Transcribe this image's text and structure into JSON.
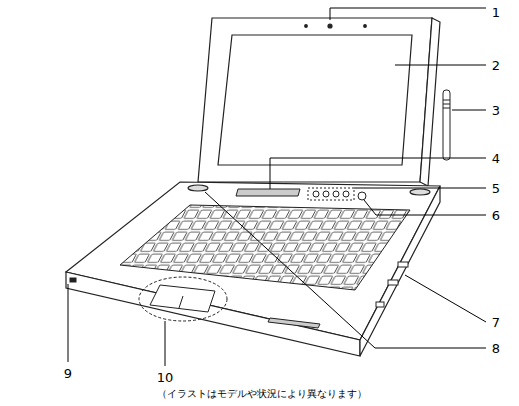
{
  "diagram": {
    "caption": "（イラストはモデルや状況により異なります）",
    "labels": [
      "1",
      "2",
      "3",
      "4",
      "5",
      "6",
      "7",
      "8",
      "9",
      "10"
    ]
  }
}
